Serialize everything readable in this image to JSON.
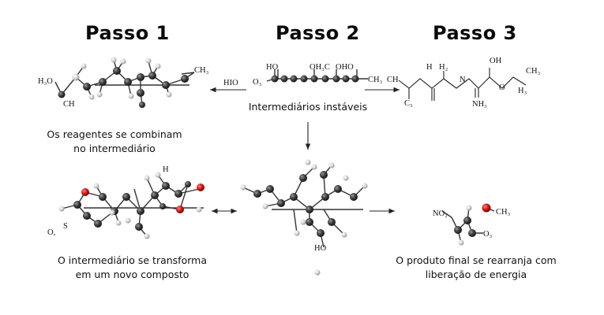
{
  "steps": {
    "step1": "Passo 1",
    "step2": "Passo 2",
    "step3": "Passo 3"
  },
  "captions": {
    "top_left_line1": "Os reagentes se combinam",
    "top_left_line2": "no intermediário",
    "top_center": "Intermediários instáveis",
    "bottom_left_line1": "O intermediário se transforma",
    "bottom_left_line2": "em um novo composto",
    "bottom_right_line1": "O produto final se rearranja com",
    "bottom_right_line2": "liberação de energia"
  },
  "atom_labels": {
    "m1_h3o": "H₃O",
    "m1_ch": "CH",
    "m1_ch3": "CH₃",
    "arrow_hio": "HIO",
    "m2_o3": "O₃",
    "m2_ho": "HO",
    "m2_oh3c": "OH₃C",
    "m2_oho": "OHO",
    "m2_ch3": "CH₃",
    "m3_ch": "CH",
    "m3_c3": "C₃",
    "m3_h": "H",
    "m3_h2": "H₂",
    "m3_n": "N",
    "m3_oh": "OH",
    "m3_o": "O",
    "m3_ch3": "CH₃",
    "m3_nh3": "NH₃",
    "m3_h3": "H₃",
    "m4_h": "H",
    "m4_s": "S",
    "m4_o": "O,",
    "m5_ho": "HO",
    "m6_nh2": "NO₂",
    "m6_ch3": "CH₃",
    "m6_o3": "O₃"
  },
  "colors": {
    "carbon": "#3a3a3a",
    "hydrogen": "#c8c8c8",
    "oxygen": "#d01818",
    "bond": "#333333"
  }
}
